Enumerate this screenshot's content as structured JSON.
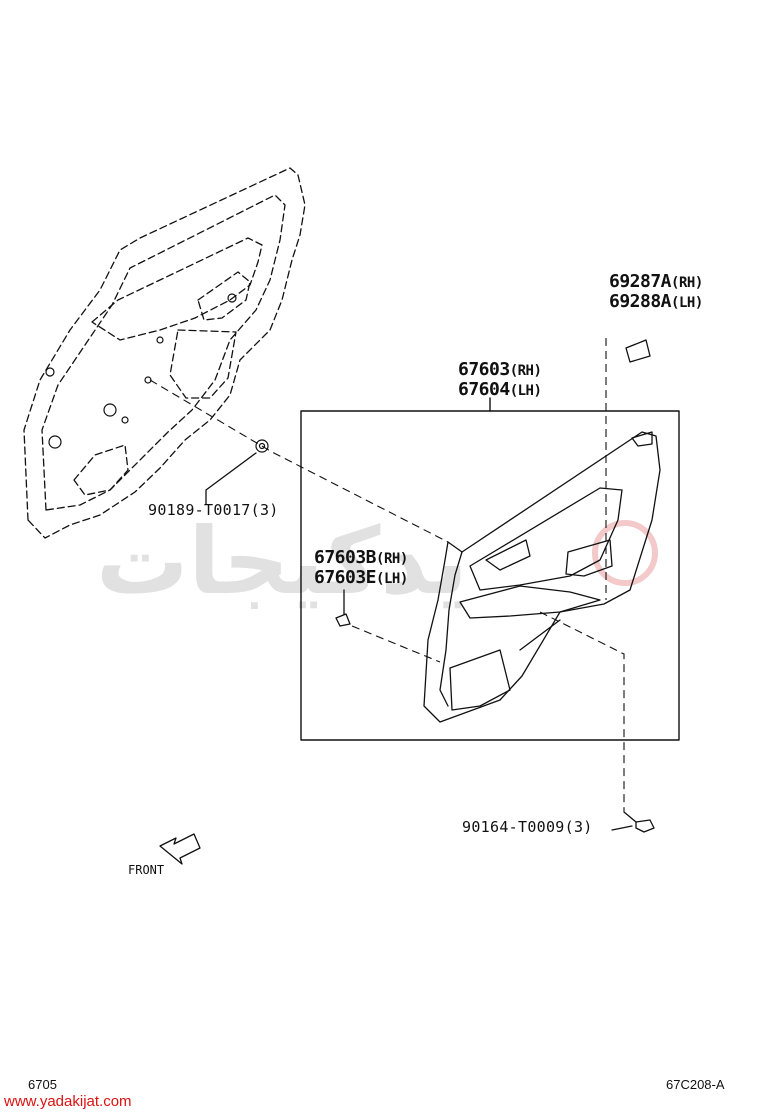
{
  "parts": {
    "door_trim": {
      "number_rh": "67603",
      "side_rh": "(RH)",
      "number_lh": "67604",
      "side_lh": "(LH)"
    },
    "trim_sub": {
      "number_rh": "67603B",
      "side_rh": "(RH)",
      "number_lh": "67603E",
      "side_lh": "(LH)"
    },
    "switch_base": {
      "number_rh": "69287A",
      "side_rh": "(RH)",
      "number_lh": "69288A",
      "side_lh": "(LH)"
    }
  },
  "fasteners": {
    "clip_left": "90189-T0017(3)",
    "screw_right": "90164-T0009(3)"
  },
  "front_label": "FRONT",
  "footer": {
    "page_code": "6705",
    "diagram_code": "67C208-A",
    "website": "www.yadakijat.com"
  },
  "watermark": {
    "text": "یدکیجات"
  }
}
